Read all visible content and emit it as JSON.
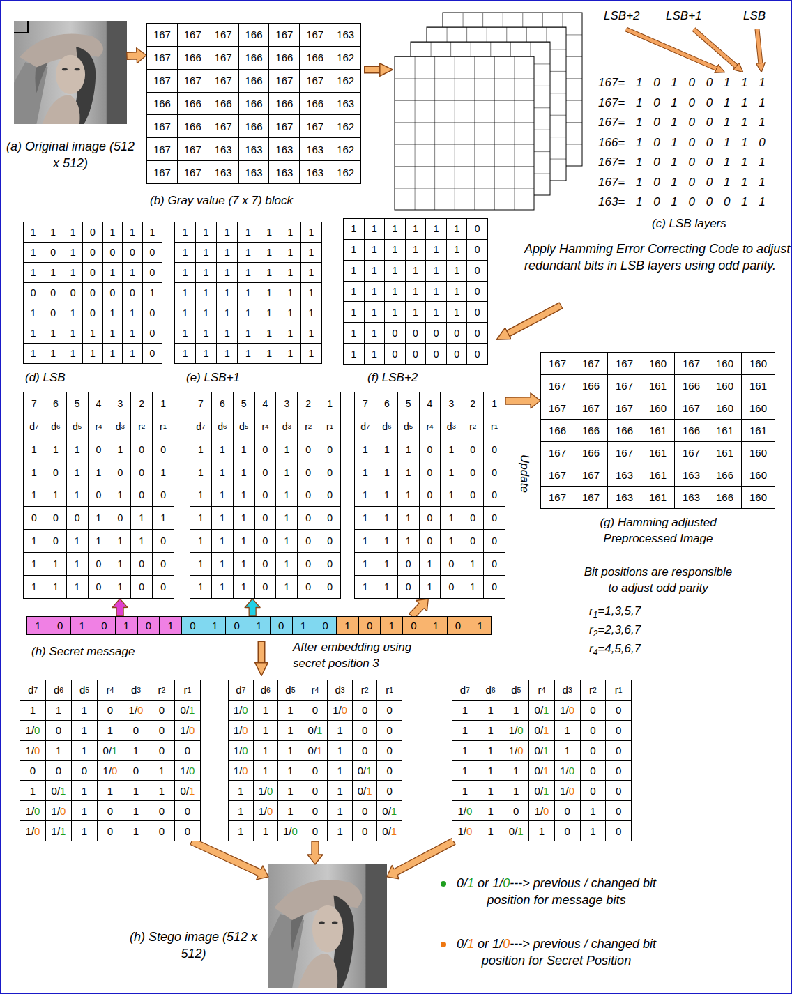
{
  "diagram": {
    "nodes": [
      {
        "text": [
          "(a) Original image (512 x 512)"
        ]
      },
      {
        "text": [
          "167",
          "167",
          "167",
          "166",
          "167",
          "167",
          "163",
          "167",
          "166",
          "167",
          "166",
          "166",
          "166",
          "162",
          "167",
          "167",
          "167",
          "166",
          "167",
          "167",
          "162",
          "166",
          "166",
          "166",
          "166",
          "166",
          "166",
          "163",
          "167",
          "166",
          "167",
          "166",
          "167",
          "167",
          "162",
          "167",
          "167",
          "163",
          "163",
          "163",
          "163",
          "162",
          "167",
          "167",
          "163",
          "163",
          "163",
          "163",
          "162",
          "(b) Gray value (7 x 7) block"
        ]
      },
      {
        "text": [
          "1",
          "1",
          "1",
          "0",
          "1",
          "1",
          "1",
          "1",
          "0",
          "1",
          "0",
          "0",
          "0",
          "0",
          "1",
          "1",
          "1",
          "0",
          "1",
          "1",
          "0",
          "0",
          "0",
          "0",
          "0",
          "0",
          "0",
          "1",
          "1",
          "0",
          "1",
          "0",
          "1",
          "1",
          "0",
          "1",
          "1",
          "1",
          "1",
          "1",
          "1",
          "0",
          "1",
          "1",
          "1",
          "1",
          "1",
          "1",
          "0",
          "(d) LSB"
        ]
      },
      {
        "text": [
          "1",
          "1",
          "1",
          "1",
          "1",
          "1",
          "1",
          "1",
          "1",
          "1",
          "1",
          "1",
          "1",
          "1",
          "1",
          "1",
          "1",
          "1",
          "1",
          "1",
          "1",
          "1",
          "1",
          "1",
          "1",
          "1",
          "1",
          "1",
          "1",
          "1",
          "1",
          "1",
          "1",
          "1",
          "1",
          "1",
          "1",
          "1",
          "1",
          "1",
          "1",
          "1",
          "1",
          "1",
          "1",
          "1",
          "1",
          "1",
          "1",
          "(e) LSB+1"
        ]
      },
      {
        "text": [
          "1",
          "1",
          "1",
          "1",
          "1",
          "1",
          "0",
          "1",
          "1",
          "1",
          "1",
          "1",
          "1",
          "0",
          "1",
          "1",
          "1",
          "1",
          "1",
          "1",
          "0",
          "1",
          "1",
          "1",
          "1",
          "1",
          "1",
          "0",
          "1",
          "1",
          "1",
          "1",
          "1",
          "1",
          "0",
          "1",
          "1",
          "0",
          "0",
          "0",
          "0",
          "0",
          "1",
          "1",
          "0",
          "0",
          "0",
          "0",
          "0",
          "(f) LSB+2"
        ]
      },
      {
        "text": [
          "167",
          "167",
          "167",
          "160",
          "167",
          "160",
          "160",
          "167",
          "166",
          "167",
          "161",
          "166",
          "160",
          "161",
          "167",
          "167",
          "167",
          "160",
          "167",
          "160",
          "160",
          "166",
          "166",
          "166",
          "161",
          "166",
          "161",
          "161",
          "167",
          "166",
          "167",
          "161",
          "167",
          "161",
          "160",
          "167",
          "167",
          "163",
          "161",
          "163",
          "166",
          "160",
          "167",
          "167",
          "163",
          "161",
          "163",
          "166",
          "160",
          "(g) Hamming adjusted Preprocessed Image"
        ]
      },
      {
        "text": [
          "7",
          "6",
          "5",
          "4",
          "3",
          "2",
          "1",
          "d7",
          "d6",
          "d5",
          "r4",
          "d3",
          "r2",
          "r1",
          "1",
          "1",
          "1",
          "0",
          "1",
          "0",
          "0",
          "1",
          "0",
          "1",
          "1",
          "0",
          "0",
          "1",
          "1",
          "1",
          "1",
          "0",
          "1",
          "0",
          "0",
          "0",
          "0",
          "0",
          "1",
          "0",
          "1",
          "1",
          "1",
          "0",
          "1",
          "1",
          "1",
          "1",
          "0",
          "1",
          "1",
          "1",
          "0",
          "1",
          "0",
          "0",
          "1",
          "1",
          "1",
          "0",
          "1",
          "0",
          "0"
        ]
      },
      {
        "text": [
          "7",
          "6",
          "5",
          "4",
          "3",
          "2",
          "1",
          "d7",
          "d6",
          "d5",
          "r4",
          "d3",
          "r2",
          "r1",
          "1",
          "1",
          "1",
          "0",
          "1",
          "0",
          "0",
          "1",
          "1",
          "1",
          "0",
          "1",
          "0",
          "0",
          "1",
          "1",
          "1",
          "0",
          "1",
          "0",
          "0",
          "1",
          "1",
          "1",
          "0",
          "1",
          "0",
          "0",
          "1",
          "1",
          "1",
          "0",
          "1",
          "0",
          "0",
          "1",
          "1",
          "1",
          "0",
          "1",
          "0",
          "0",
          "1",
          "1",
          "1",
          "0",
          "1",
          "0",
          "0"
        ]
      },
      {
        "text": [
          "7",
          "6",
          "5",
          "4",
          "3",
          "2",
          "1",
          "d7",
          "d6",
          "d5",
          "r4",
          "d3",
          "r2",
          "r1",
          "1",
          "1",
          "1",
          "0",
          "1",
          "0",
          "0",
          "1",
          "1",
          "1",
          "0",
          "1",
          "0",
          "0",
          "1",
          "1",
          "1",
          "0",
          "1",
          "0",
          "0",
          "1",
          "1",
          "1",
          "0",
          "1",
          "0",
          "0",
          "1",
          "1",
          "1",
          "0",
          "1",
          "0",
          "0",
          "1",
          "1",
          "0",
          "1",
          "0",
          "1",
          "0",
          "1",
          "1",
          "0",
          "1",
          "0",
          "1",
          "0"
        ]
      },
      {
        "text": [
          "1",
          "0",
          "1",
          "0",
          "1",
          "0",
          "1",
          "0",
          "1",
          "0",
          "1",
          "0",
          "1",
          "0",
          "1",
          "0",
          "1",
          "0",
          "1",
          "0",
          "1"
        ]
      },
      {
        "text": [
          "d7",
          "d6",
          "d5",
          "r4",
          "d3",
          "r2",
          "r1",
          "1",
          "1",
          "1",
          "0",
          "1/0",
          "0",
          "0/1",
          "1/0",
          "0",
          "1",
          "1",
          "0",
          "0",
          "1/0",
          "1/0",
          "1",
          "1",
          "0/1",
          "1",
          "0",
          "0",
          "0",
          "0",
          "0",
          "1/0",
          "0",
          "1",
          "1/0",
          "1",
          "0/1",
          "1",
          "1",
          "1",
          "1",
          "0/1",
          "1/0",
          "1/0",
          "1",
          "0",
          "1",
          "0",
          "0",
          "1/0",
          "1/1",
          "1",
          "0",
          "1",
          "0",
          "0"
        ]
      },
      {
        "text": [
          "d7",
          "d6",
          "d5",
          "r4",
          "d3",
          "r2",
          "r1",
          "1/0",
          "1",
          "1",
          "0",
          "1/0",
          "0",
          "0",
          "1/0",
          "1",
          "1",
          "0/1",
          "1",
          "0",
          "0",
          "1/0",
          "1",
          "1",
          "0/1",
          "1",
          "0",
          "0",
          "1/0",
          "1",
          "1",
          "0",
          "1",
          "0/1",
          "0",
          "1",
          "1/0",
          "1",
          "0",
          "1",
          "0/1",
          "0",
          "1",
          "1/0",
          "1",
          "0",
          "1",
          "0",
          "0/1",
          "1",
          "1",
          "1/0",
          "0",
          "1",
          "0",
          "0/1"
        ]
      },
      {
        "text": [
          "d7",
          "d6",
          "d5",
          "r4",
          "d3",
          "r2",
          "r1",
          "1",
          "1",
          "1",
          "0/1",
          "1/0",
          "0",
          "0",
          "1",
          "1",
          "1/0",
          "0/1",
          "1",
          "0",
          "0",
          "1",
          "1",
          "1/0",
          "0/1",
          "1",
          "0",
          "0",
          "1",
          "1",
          "1",
          "0/1",
          "1/0",
          "0",
          "0",
          "1",
          "1",
          "1",
          "0/1",
          "1/0",
          "0",
          "0",
          "1/0",
          "1",
          "0",
          "1/0",
          "0",
          "1",
          "0",
          "1/0",
          "1",
          "0/1",
          "1",
          "0",
          "1",
          "0"
        ]
      },
      {
        "text": [
          "(h) Stego image (512 x 512)"
        ]
      }
    ],
    "edges": [
      {
        "from": 0,
        "to": 1,
        "arrow": "to"
      },
      {
        "from": 9,
        "to": 6,
        "arrow": "to"
      },
      {
        "from": 9,
        "to": 7,
        "arrow": "to"
      },
      {
        "from": 9,
        "to": 8,
        "arrow": "to"
      },
      {
        "from": 8,
        "to": 5,
        "arrow": "to"
      },
      {
        "from": 10,
        "to": 13,
        "arrow": "to"
      },
      {
        "from": 11,
        "to": 13,
        "arrow": "to"
      },
      {
        "from": 12,
        "to": 13,
        "arrow": "to"
      }
    ],
    "labels": [
      "LSB+2",
      "LSB+1",
      "LSB",
      "167= 1 0 1 0 0 1 1 1",
      "167= 1 0 1 0 0 1 1 1",
      "167= 1 0 1 0 0 1 1 1",
      "166= 1 0 1 0 0 1 1 0",
      "167= 1 0 1 0 0 1 1 1",
      "167= 1 0 1 0 0 1 1 1",
      "163= 1 0 1 0 0 0 1 1",
      "(c) LSB layers",
      "Apply Hamming Error Correcting Code to adjust redundant bits in LSB layers using odd parity.",
      "Update",
      "Bit positions are responsible to adjust odd parity",
      "r1=1,3,5,7",
      "r2=2,3,6,7",
      "r4=4,5,6,7",
      "(h) Secret message",
      "After embedding using secret position 3"
    ],
    "legend": [
      {
        "text": "0/1 or 1/0---> previous / changed bit position for message bits",
        "color": "#1f9e1f"
      },
      {
        "text": "0/1 or 1/0---> previous / changed bit position for Secret Position",
        "color": "#ee7711"
      }
    ]
  }
}
